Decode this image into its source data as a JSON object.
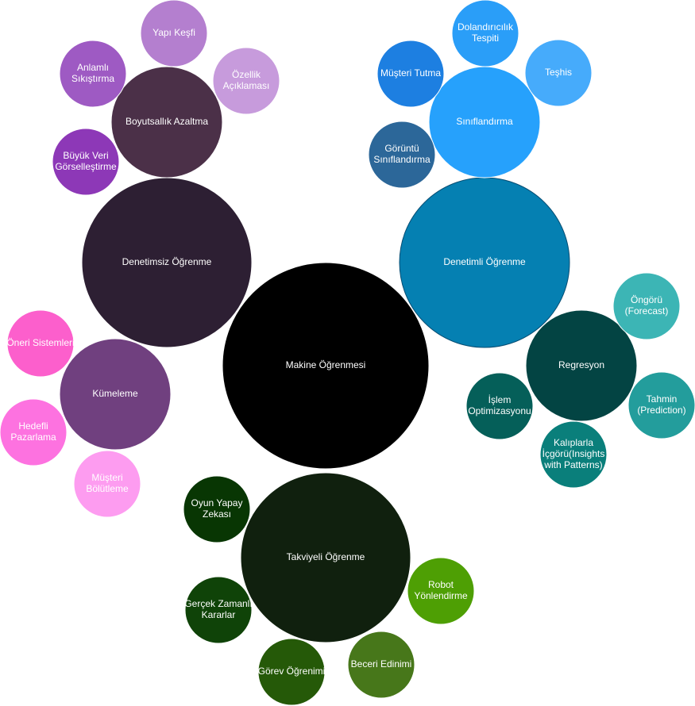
{
  "diagram": {
    "type": "packed-bubble-mindmap",
    "nodes": [
      {
        "id": "root",
        "label": [
          "Makine Öğrenmesi"
        ],
        "color": "#000000",
        "border": "#ffffff"
      },
      {
        "id": "sup",
        "label": [
          "Denetimli Öğrenme"
        ],
        "color": "#0580b2",
        "border": "#064d73"
      },
      {
        "id": "cls",
        "label": [
          "Sınıflandırma"
        ],
        "color": "#26a1fc",
        "border": "#ffffff"
      },
      {
        "id": "fraud",
        "label": [
          "Dolandırıcılık",
          "Tespiti"
        ],
        "color": "#2a9ef8",
        "border": "#ffffff"
      },
      {
        "id": "diag",
        "label": [
          "Teşhis"
        ],
        "color": "#46abfb",
        "border": "#ffffff"
      },
      {
        "id": "retention",
        "label": [
          "Müşteri Tutma"
        ],
        "color": "#1d7fe1",
        "border": "#ffffff"
      },
      {
        "id": "imgcls",
        "label": [
          "Görüntü",
          "Sınıflandırma"
        ],
        "color": "#2c6799",
        "border": "#ffffff"
      },
      {
        "id": "reg",
        "label": [
          "Regresyon"
        ],
        "color": "#034443",
        "border": "#ffffff"
      },
      {
        "id": "forecast",
        "label": [
          "Öngörü",
          "(Forecast)"
        ],
        "color": "#3cb5b5",
        "border": "#ffffff"
      },
      {
        "id": "predict",
        "label": [
          "Tahmin",
          "(Prediction)"
        ],
        "color": "#239d9c",
        "border": "#ffffff"
      },
      {
        "id": "insight",
        "label": [
          "Kalıplarla",
          "İçgörü(Insights",
          "with Patterns)"
        ],
        "color": "#0a7f7b",
        "border": "#ffffff"
      },
      {
        "id": "process",
        "label": [
          "İşlem",
          "Optimizasyonu"
        ],
        "color": "#055f59",
        "border": "#ffffff"
      },
      {
        "id": "unsup",
        "label": [
          "Denetimsiz Öğrenme"
        ],
        "color": "#2d1f33",
        "border": "#ffffff"
      },
      {
        "id": "dim",
        "label": [
          "Boyutsallık Azaltma"
        ],
        "color": "#4b3048",
        "border": "#ffffff"
      },
      {
        "id": "struct",
        "label": [
          "Yapı Keşfi"
        ],
        "color": "#b47fcf",
        "border": "#ffffff"
      },
      {
        "id": "feat",
        "label": [
          "Özellik",
          "Açıklaması"
        ],
        "color": "#c79bdc",
        "border": "#ffffff"
      },
      {
        "id": "compress",
        "label": [
          "Anlamlı",
          "Sıkıştırma"
        ],
        "color": "#9e5ac3",
        "border": "#ffffff"
      },
      {
        "id": "bigviz",
        "label": [
          "Büyük Veri",
          "Görselleştirme"
        ],
        "color": "#8d38b7",
        "border": "#ffffff"
      },
      {
        "id": "clust",
        "label": [
          "Kümeleme"
        ],
        "color": "#70407f",
        "border": "#ffffff"
      },
      {
        "id": "recsys",
        "label": [
          "Öneri Sistemleri"
        ],
        "color": "#fc5fcc",
        "border": "#ffffff"
      },
      {
        "id": "target",
        "label": [
          "Hedefli",
          "Pazarlama"
        ],
        "color": "#fd72e0",
        "border": "#ffffff"
      },
      {
        "id": "segment",
        "label": [
          "Müşteri",
          "Bölütleme"
        ],
        "color": "#fd9cf0",
        "border": "#ffffff"
      },
      {
        "id": "rl",
        "label": [
          "Takviyeli Öğrenme"
        ],
        "color": "#10200e",
        "border": "#ffffff"
      },
      {
        "id": "gameai",
        "label": [
          "Oyun Yapay",
          "Zekası"
        ],
        "color": "#083603",
        "border": "#ffffff"
      },
      {
        "id": "realtime",
        "label": [
          "Gerçek Zamanlı",
          "Kararlar"
        ],
        "color": "#0f4308",
        "border": "#ffffff"
      },
      {
        "id": "task",
        "label": [
          "Görev Öğrenimi"
        ],
        "color": "#255908",
        "border": "#ffffff"
      },
      {
        "id": "skill",
        "label": [
          "Beceri Edinimi"
        ],
        "color": "#47771a",
        "border": "#ffffff"
      },
      {
        "id": "robot",
        "label": [
          "Robot",
          "Yönlendirme"
        ],
        "color": "#4e9f04",
        "border": "#ffffff"
      }
    ]
  }
}
